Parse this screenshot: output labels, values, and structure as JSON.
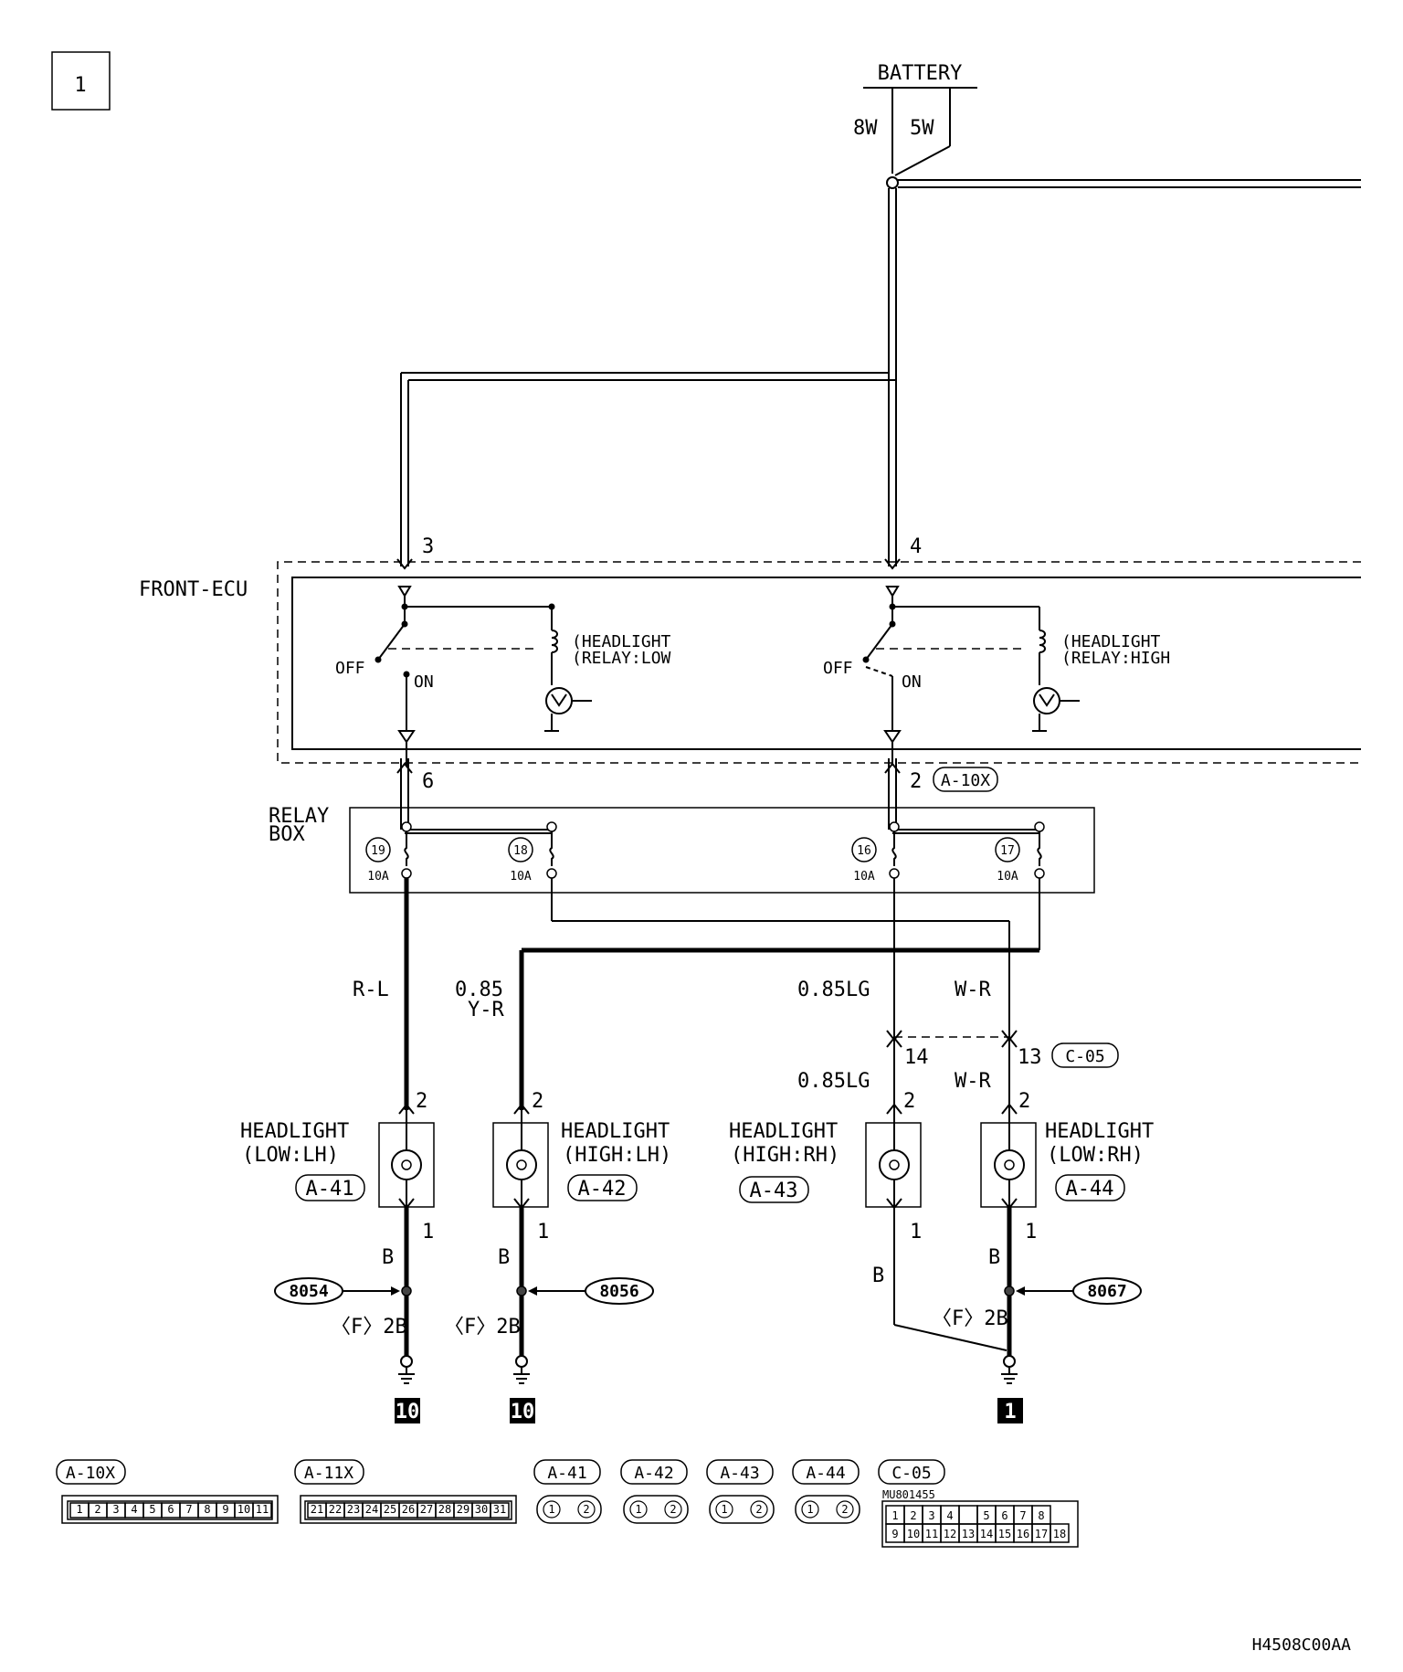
{
  "page_number": "1",
  "power": {
    "source": "BATTERY",
    "wires": [
      "8W",
      "5W"
    ]
  },
  "ecu": {
    "name": "FRONT-ECU",
    "input_pins": [
      "3",
      "4"
    ],
    "output_pins": [
      "6",
      "2"
    ],
    "output_connector": "A-10X",
    "relays": [
      {
        "label_1": "(HEADLIGHT",
        "label_2": "(RELAY:LOW",
        "off": "OFF",
        "on": "ON"
      },
      {
        "label_1": "(HEADLIGHT",
        "label_2": "(RELAY:HIGH",
        "off": "OFF",
        "on": "ON"
      }
    ]
  },
  "relay_box": {
    "label_1": "RELAY",
    "label_2": "BOX",
    "fuses": [
      {
        "number": "19",
        "rating": "10A"
      },
      {
        "number": "18",
        "rating": "10A"
      },
      {
        "number": "16",
        "rating": "10A"
      },
      {
        "number": "17",
        "rating": "10A"
      }
    ]
  },
  "wires": {
    "rl": "R-L",
    "yr_gauge": "0.85",
    "yr_color": "Y-R",
    "lg_upper": "0.85LG",
    "wr_upper": "W-R",
    "lg_lower": "0.85LG",
    "wr_lower": "W-R"
  },
  "intermediate_connector": {
    "pin_a": "14",
    "pin_b": "13",
    "name": "C-05"
  },
  "headlights": [
    {
      "line_1": "HEADLIGHT",
      "line_2": "(LOW:LH)",
      "connector": "A-41",
      "pin_top": "2",
      "pin_bottom": "1",
      "ground_wire": "B"
    },
    {
      "line_1": "HEADLIGHT",
      "line_2": "(HIGH:LH)",
      "connector": "A-42",
      "pin_top": "2",
      "pin_bottom": "1",
      "ground_wire": "B"
    },
    {
      "line_1": "HEADLIGHT",
      "line_2": "(HIGH:RH)",
      "connector": "A-43",
      "pin_top": "2",
      "pin_bottom": "1",
      "ground_wire": "B"
    },
    {
      "line_1": "HEADLIGHT",
      "line_2": "(LOW:RH)",
      "connector": "A-44",
      "pin_top": "2",
      "pin_bottom": "1",
      "ground_wire": "B"
    }
  ],
  "splices": [
    "8054",
    "8056",
    "8067"
  ],
  "ground_wire_spec": "〈F〉2B",
  "grounds": [
    "10",
    "10",
    "1"
  ],
  "connector_legend": {
    "labels": [
      "A-10X",
      "A-11X",
      "A-41",
      "A-42",
      "A-43",
      "A-44",
      "C-05"
    ],
    "a10x_pins": [
      "1",
      "2",
      "3",
      "4",
      "5",
      "6",
      "7",
      "8",
      "9",
      "10",
      "11"
    ],
    "a11x_pins": [
      "21",
      "22",
      "23",
      "24",
      "25",
      "26",
      "27",
      "28",
      "29",
      "30",
      "31"
    ],
    "two_pin_left": "1",
    "two_pin_right": "2",
    "c05_part": "MU801455",
    "c05_row1": [
      "1",
      "2",
      "3",
      "4",
      "",
      "5",
      "6",
      "7",
      "8"
    ],
    "c05_row2": [
      "9",
      "10",
      "11",
      "12",
      "13",
      "14",
      "15",
      "16",
      "17",
      "18"
    ]
  },
  "figure_code": "H4508C00AA"
}
